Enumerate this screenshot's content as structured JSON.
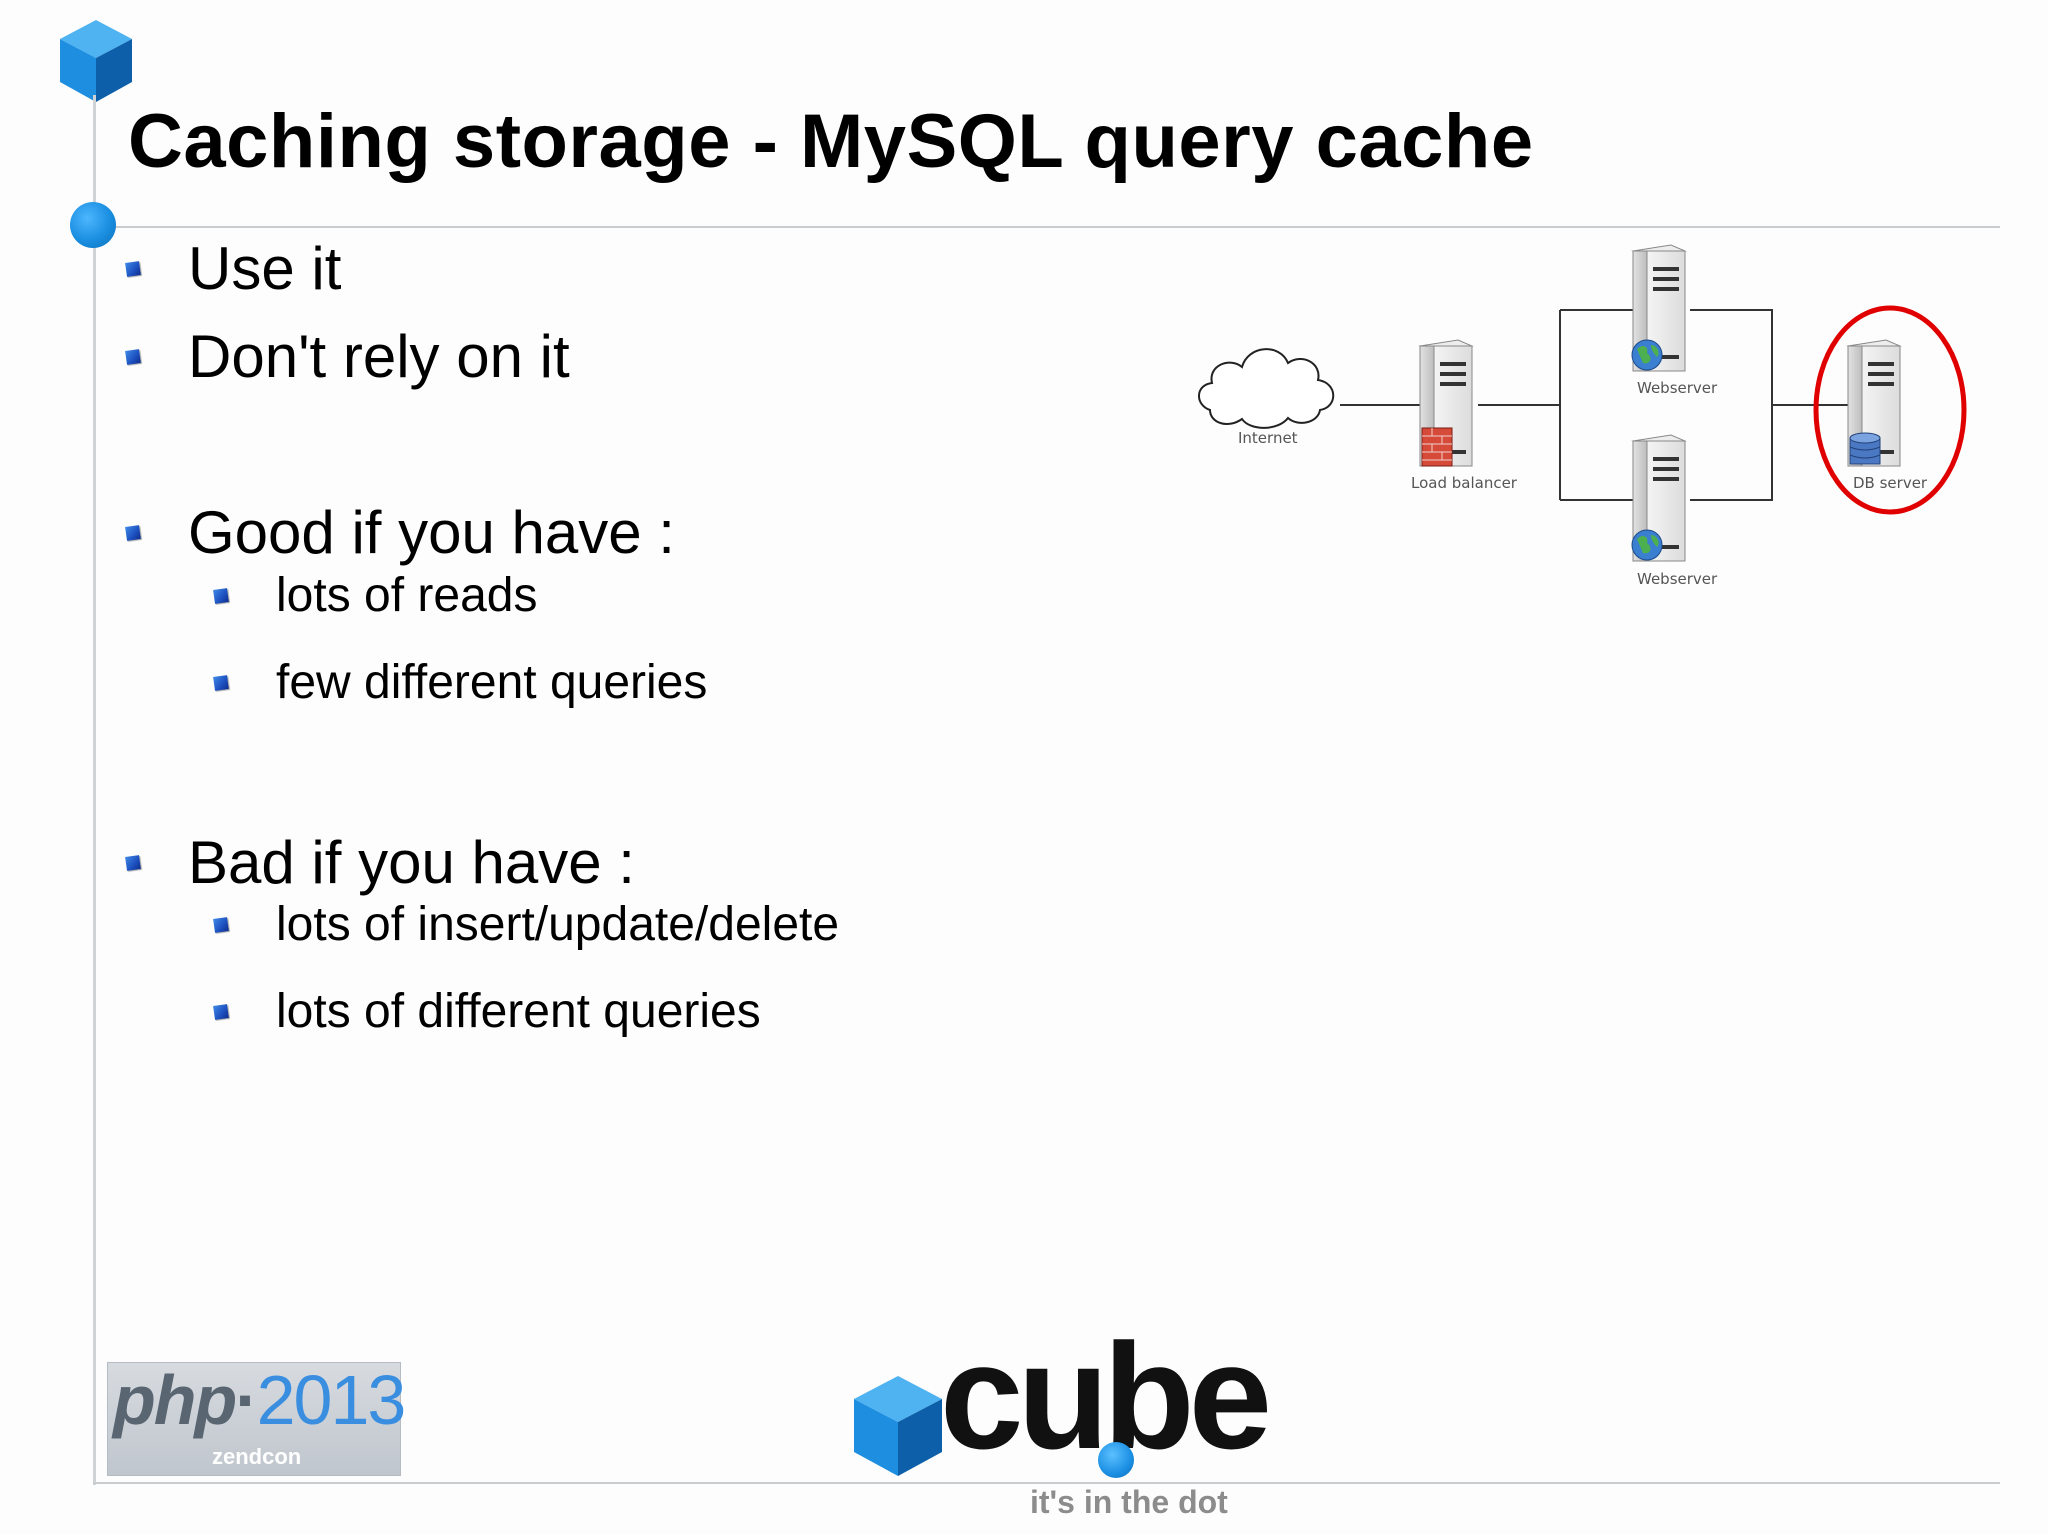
{
  "slide": {
    "title": "Caching storage - MySQL query cache"
  },
  "bullets": {
    "use_it": "Use it",
    "dont_rely": "Don't rely on it",
    "good_if": "Good if you have :",
    "good_items": [
      "lots of reads",
      "few different queries"
    ],
    "bad_if": "Bad if you have :",
    "bad_items": [
      "lots of insert/update/delete",
      "lots of different queries"
    ]
  },
  "diagram": {
    "internet_label": "Internet",
    "load_balancer_label": "Load balancer",
    "webserver_top_label": "Webserver",
    "webserver_bottom_label": "Webserver",
    "db_server_label": "DB server",
    "highlight_color": "#e00000"
  },
  "logos": {
    "php_text": "php",
    "php_year": "2013",
    "php_sub": "zendcon",
    "cube_word": "cube",
    "cube_tagline": "it's in the dot"
  },
  "colors": {
    "accent_blue": "#1a8ee0",
    "bullet_blue": "#1c4fbf"
  }
}
